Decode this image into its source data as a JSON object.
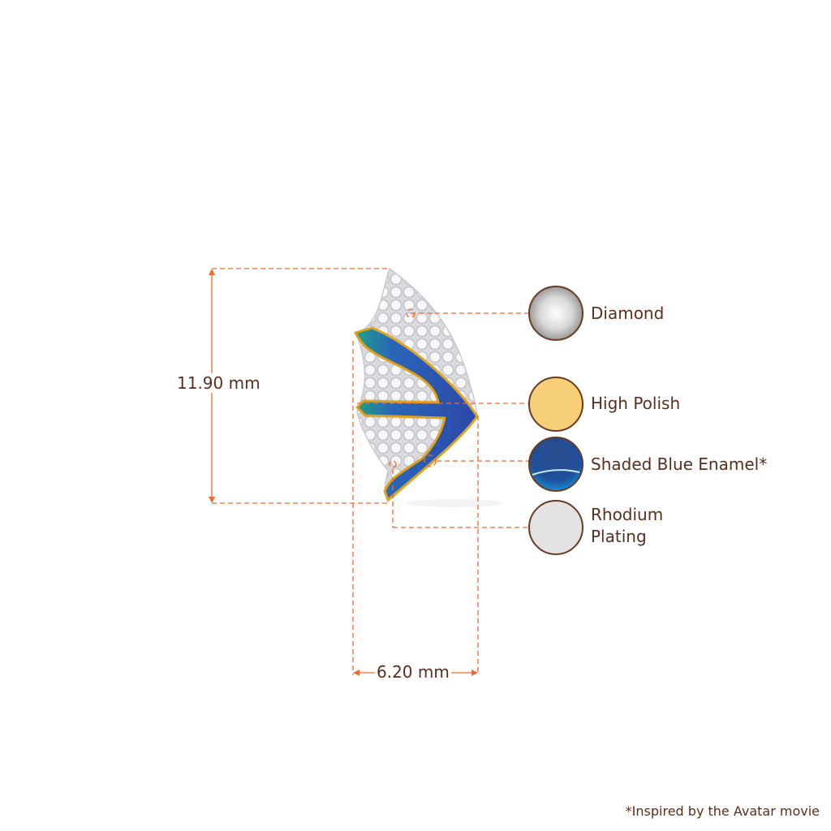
{
  "dimensions": {
    "height": "11.90 mm",
    "width": "6.20 mm"
  },
  "materials": [
    {
      "label": "Diamond",
      "swatch_color": "#e6e6e6"
    },
    {
      "label": "High Polish",
      "swatch_color": "#f6cf78"
    },
    {
      "label": "Shaded Blue Enamel*",
      "swatch_color": "#2a4f9a"
    },
    {
      "label": "Rhodium Plating",
      "swatch_color": "#e3e3e3"
    }
  ],
  "footnote": "*Inspired by the Avatar movie",
  "colors": {
    "dimension_line": "#f26a2e",
    "text": "#5a2e1e",
    "swatch_border": "#6b3a22"
  }
}
